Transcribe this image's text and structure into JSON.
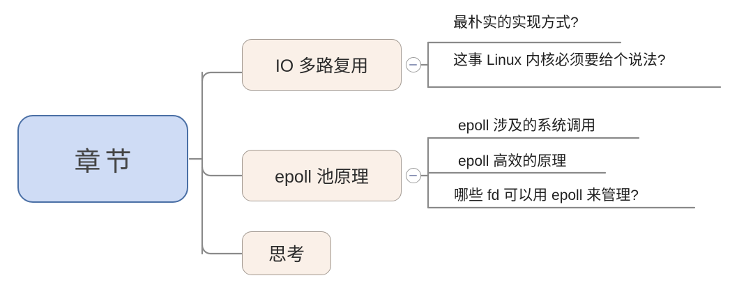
{
  "mindmap": {
    "root": {
      "label": "章节"
    },
    "branches": [
      {
        "id": "io",
        "label": "IO 多路复用",
        "toggle_icon": "collapse-minus-icon",
        "children": [
          {
            "label": "最朴实的实现方式?"
          },
          {
            "label": "这事 Linux 内核必须要给个说法?"
          }
        ]
      },
      {
        "id": "epoll",
        "label": "epoll 池原理",
        "toggle_icon": "collapse-minus-icon",
        "children": [
          {
            "label": "epoll 涉及的系统调用"
          },
          {
            "label": "epoll 高效的原理"
          },
          {
            "label": "哪些 fd 可以用 epoll 来管理?"
          }
        ]
      },
      {
        "id": "think",
        "label": "思考",
        "children": []
      }
    ],
    "colors": {
      "root_fill": "#cfdcf5",
      "root_border": "#4a6fa5",
      "branch_fill": "#faf0e8",
      "branch_border": "#a39a92",
      "connector": "#8a8a8a",
      "leaf_underline": "#7d7d7d",
      "text": "#2b2b2b",
      "background": "#ffffff"
    }
  }
}
